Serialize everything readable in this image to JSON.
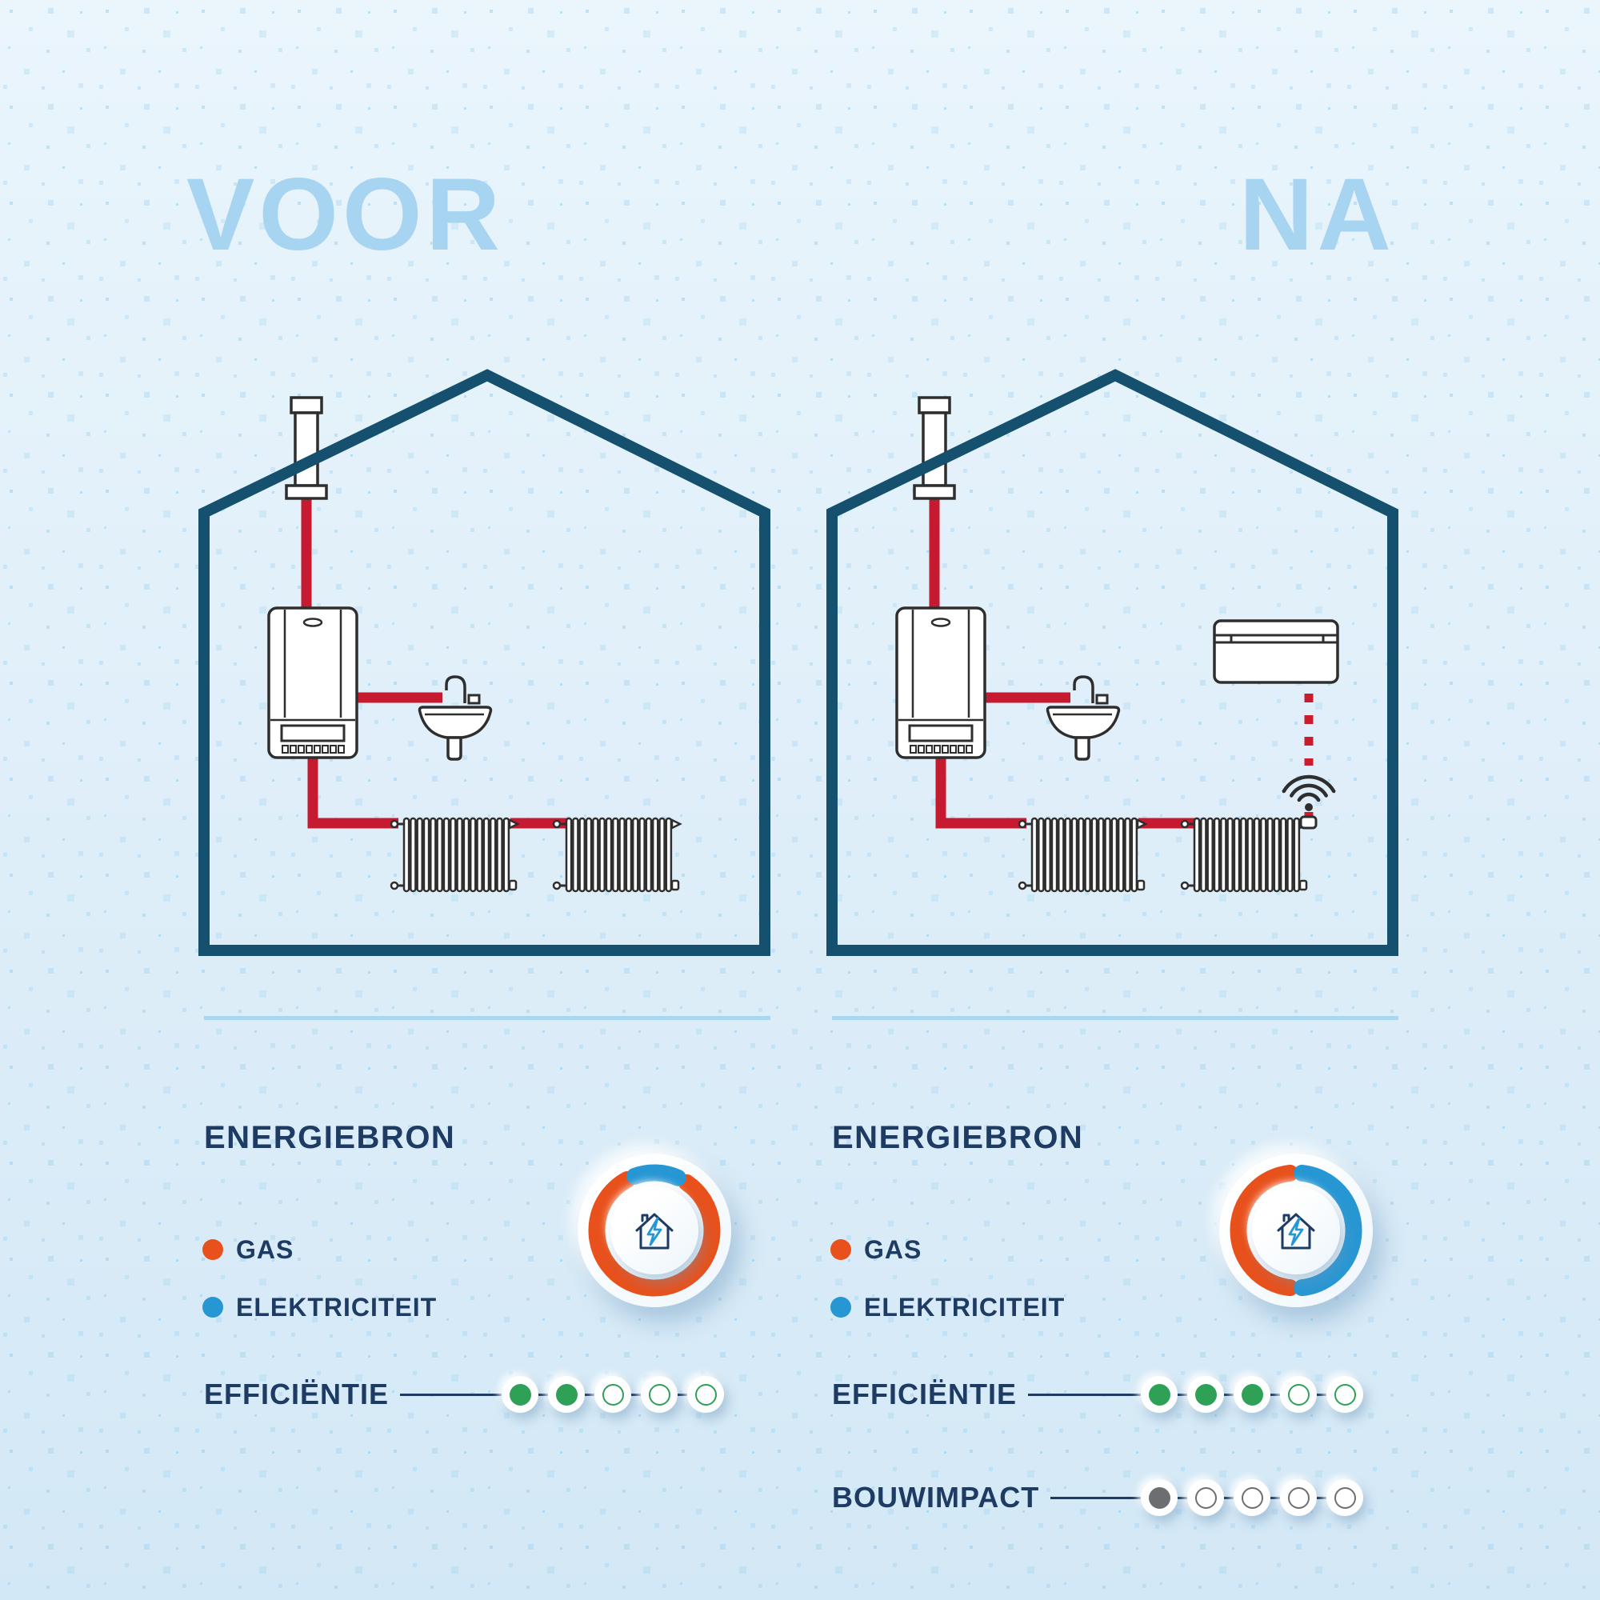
{
  "colors": {
    "gas": "#e8511c",
    "electricity": "#2797d4",
    "green": "#2ea156",
    "gray": "#6d6e71",
    "navy_text": "#1d3b63",
    "house_outline": "#15506f",
    "pipe_red": "#c51a30",
    "title_blue": "#a6d4f1",
    "divider_blue": "#a9d7f0"
  },
  "columns": [
    {
      "id": "voor",
      "title": "VOOR",
      "house_features": [
        "flue",
        "boiler",
        "sink",
        "radiator",
        "radiator"
      ],
      "energy": {
        "heading": "ENERGIEBRON",
        "legend": [
          {
            "label": "GAS",
            "color": "#e8511c"
          },
          {
            "label": "ELEKTRICITEIT",
            "color": "#2797d4"
          }
        ],
        "donut": {
          "type": "pie",
          "segments": [
            {
              "label": "GAS",
              "percent": 85,
              "color": "#e8511c",
              "start_deg": 34,
              "end_deg": 332
            },
            {
              "label": "ELEKTRICITEIT",
              "percent": 15,
              "color": "#2797d4",
              "start_deg": -20,
              "end_deg": 24
            }
          ]
        }
      },
      "ratings": [
        {
          "label": "EFFICIËNTIE",
          "value": 2,
          "max": 5,
          "fill_color": "#2ea156",
          "ring_color": "#2ea156"
        }
      ]
    },
    {
      "id": "na",
      "title": "NA",
      "house_features": [
        "flue",
        "boiler",
        "sink",
        "radiator",
        "radiator",
        "wall-unit",
        "wireless-link",
        "radiator-valve"
      ],
      "energy": {
        "heading": "ENERGIEBRON",
        "legend": [
          {
            "label": "GAS",
            "color": "#e8511c"
          },
          {
            "label": "ELEKTRICITEIT",
            "color": "#2797d4"
          }
        ],
        "donut": {
          "type": "pie",
          "segments": [
            {
              "label": "GAS",
              "percent": 50,
              "color": "#e8511c",
              "start_deg": 186,
              "end_deg": 354
            },
            {
              "label": "ELEKTRICITEIT",
              "percent": 50,
              "color": "#2797d4",
              "start_deg": 6,
              "end_deg": 174
            }
          ]
        }
      },
      "ratings": [
        {
          "label": "EFFICIËNTIE",
          "value": 3,
          "max": 5,
          "fill_color": "#2ea156",
          "ring_color": "#2ea156"
        },
        {
          "label": "BOUWIMPACT",
          "value": 1,
          "max": 5,
          "fill_color": "#6d6e71",
          "ring_color": "#6d6e71"
        }
      ]
    }
  ],
  "chart_data": [
    {
      "type": "pie",
      "title": "Energiebron VOOR",
      "categories": [
        "GAS",
        "ELEKTRICITEIT"
      ],
      "values": [
        85,
        15
      ],
      "colors": [
        "#e8511c",
        "#2797d4"
      ],
      "legend_position": "left"
    },
    {
      "type": "pie",
      "title": "Energiebron NA",
      "categories": [
        "GAS",
        "ELEKTRICITEIT"
      ],
      "values": [
        50,
        50
      ],
      "colors": [
        "#e8511c",
        "#2797d4"
      ],
      "legend_position": "left"
    },
    {
      "type": "bar",
      "title": "Scores (dots van 5)",
      "categories": [
        "VOOR EFFICIËNTIE",
        "NA EFFICIËNTIE",
        "NA BOUWIMPACT"
      ],
      "values": [
        2,
        3,
        1
      ],
      "ylim": [
        0,
        5
      ]
    }
  ]
}
